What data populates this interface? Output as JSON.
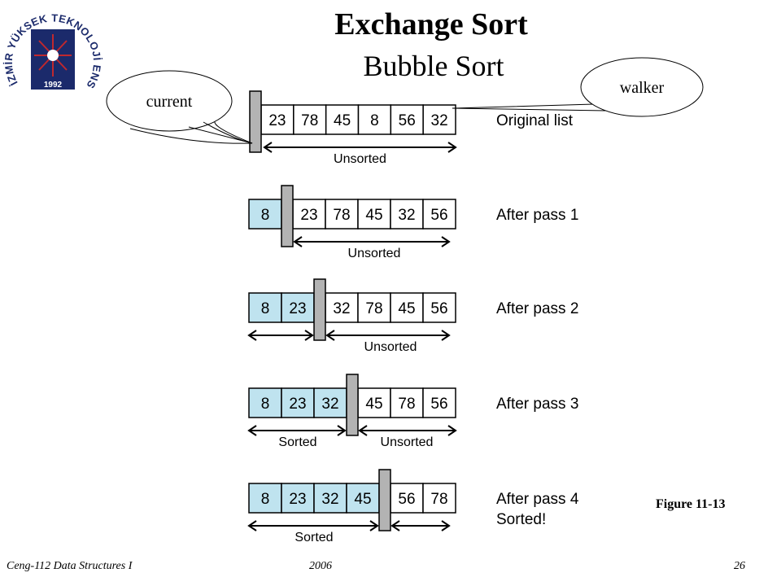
{
  "title": "Exchange Sort",
  "subtitle": "Bubble Sort",
  "figure_label": "Figure 11-13",
  "footer": {
    "course": "Ceng-112 Data Structures I",
    "year": "2006",
    "page": "26"
  },
  "logo": {
    "arc_text": "İZMİR YÜKSEK TEKNOLOJİ ENSTİTÜSÜ",
    "year": "1992",
    "colors": {
      "navy": "#1b2a6b",
      "red": "#c0282e"
    }
  },
  "callouts": {
    "current": "current",
    "walker": "walker"
  },
  "colors": {
    "sorted_fill": "#bfe3ef",
    "marker_fill": "#b3b3b3",
    "cell_border": "#000000"
  },
  "rows": [
    {
      "label": [
        "Original list"
      ],
      "values": [
        "23",
        "78",
        "45",
        "8",
        "56",
        "32"
      ],
      "sorted_count": 0,
      "regions": [
        "Unsorted"
      ]
    },
    {
      "label": [
        "After pass 1"
      ],
      "values": [
        "8",
        "23",
        "78",
        "45",
        "32",
        "56"
      ],
      "sorted_count": 1,
      "regions": [
        "Unsorted"
      ]
    },
    {
      "label": [
        "After pass 2"
      ],
      "values": [
        "8",
        "23",
        "32",
        "78",
        "45",
        "56"
      ],
      "sorted_count": 2,
      "regions": [
        "Unsorted"
      ]
    },
    {
      "label": [
        "After pass 3"
      ],
      "values": [
        "8",
        "23",
        "32",
        "45",
        "78",
        "56"
      ],
      "sorted_count": 3,
      "regions": [
        "Sorted",
        "Unsorted"
      ]
    },
    {
      "label": [
        "After pass 4",
        "Sorted!"
      ],
      "values": [
        "8",
        "23",
        "32",
        "45",
        "56",
        "78"
      ],
      "sorted_count": 4,
      "regions": [
        "Sorted"
      ]
    }
  ]
}
